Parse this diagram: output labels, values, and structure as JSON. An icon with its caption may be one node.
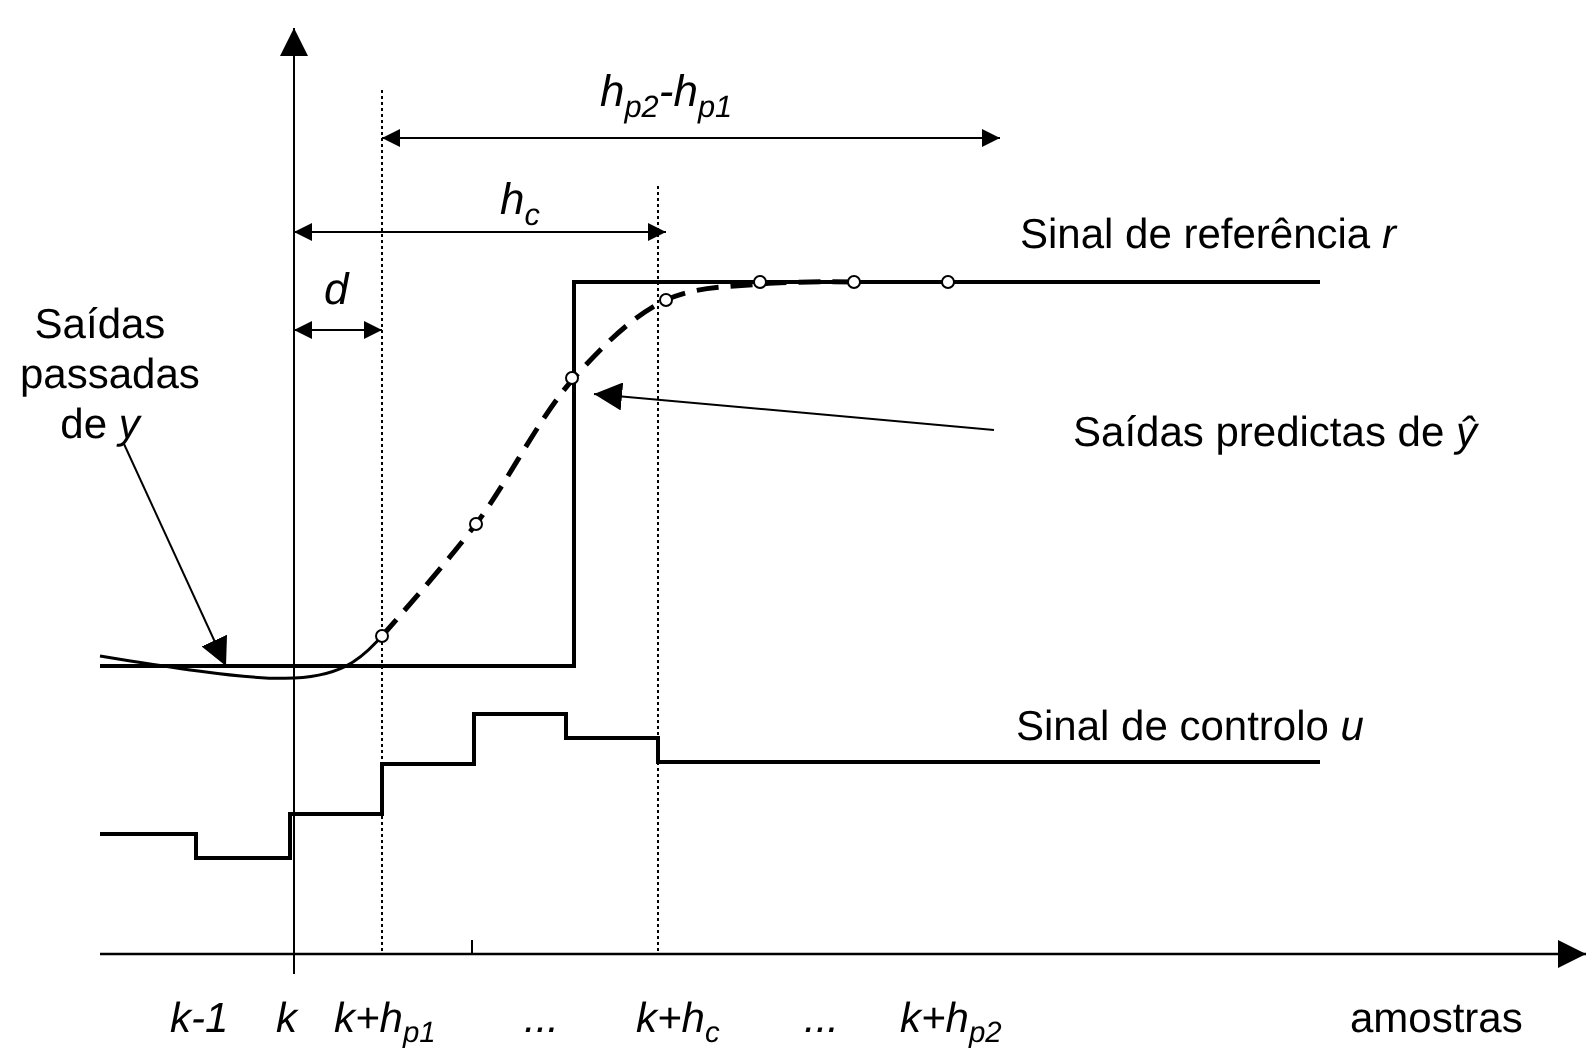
{
  "diagram": {
    "nodes": [
      {
        "text": [
          "Saídas passadas de *y*"
        ]
      },
      {
        "text": [
          "Saídas predictas de *ŷ*"
        ]
      }
    ],
    "edges": [
      {
        "from": 0,
        "to": null,
        "arrow": "to"
      },
      {
        "from": 1,
        "to": null,
        "arrow": "to"
      }
    ],
    "labels": [
      "h$_{p2}$-h$_{p1}$",
      "h$_{c}$",
      "d",
      "Sinal de referência *r*",
      "Sinal de controlo *u*",
      "*k-1*",
      "*k*",
      "*k+h*$_{p1}$",
      "...",
      "*k+h*$_{c}$",
      "...",
      "*k+h*$_{p2}$",
      "amostras"
    ]
  }
}
